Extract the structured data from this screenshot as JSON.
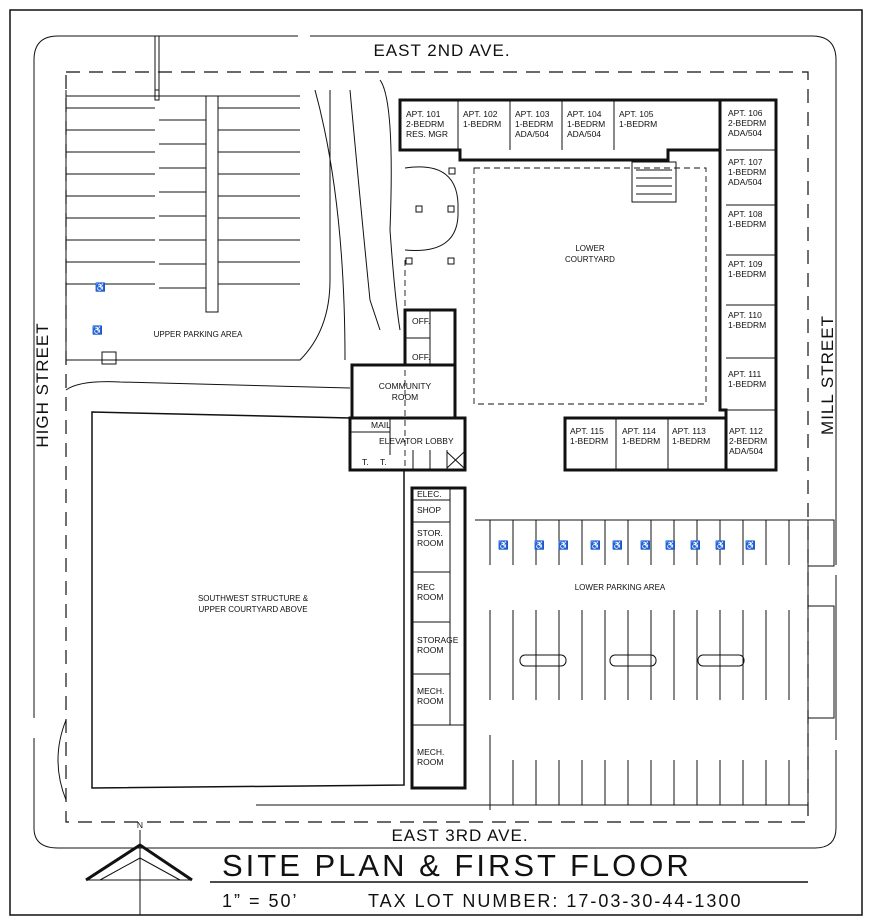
{
  "streets": {
    "north": "EAST 2ND AVE.",
    "south": "EAST 3RD AVE.",
    "west": "HIGH STREET",
    "east": "MILL STREET"
  },
  "areas": {
    "upper_parking": "UPPER PARKING AREA",
    "lower_courtyard": [
      "LOWER",
      "COURTYARD"
    ],
    "community_room": [
      "COMMUNITY",
      "ROOM"
    ],
    "mail": "MAIL",
    "elevator_lobby": "ELEVATOR LOBBY",
    "southwest_structure": [
      "SOUTHWEST STRUCTURE &",
      "UPPER COURTYARD ABOVE"
    ],
    "lower_parking": "LOWER PARKING AREA",
    "office": "OFF.",
    "toilet": "T."
  },
  "north_label": "N",
  "apartments_top": [
    {
      "lines": [
        "APT. 101",
        "2-BEDRM",
        "RES. MGR"
      ]
    },
    {
      "lines": [
        "APT. 102",
        "1-BEDRM"
      ]
    },
    {
      "lines": [
        "APT. 103",
        "1-BEDRM",
        "ADA/504"
      ]
    },
    {
      "lines": [
        "APT. 104",
        "1-BEDRM",
        "ADA/504"
      ]
    },
    {
      "lines": [
        "APT. 105",
        "1-BEDRM"
      ]
    }
  ],
  "apartments_east": [
    {
      "lines": [
        "APT. 106",
        "2-BEDRM",
        "ADA/504"
      ]
    },
    {
      "lines": [
        "APT. 107",
        "1-BEDRM",
        "ADA/504"
      ]
    },
    {
      "lines": [
        "APT. 108",
        "1-BEDRM"
      ]
    },
    {
      "lines": [
        "APT. 109",
        "1-BEDRM"
      ]
    },
    {
      "lines": [
        "APT. 110",
        "1-BEDRM"
      ]
    },
    {
      "lines": [
        "APT. 111",
        "1-BEDRM"
      ]
    }
  ],
  "apartments_south": [
    {
      "lines": [
        "APT. 115",
        "1-BEDRM"
      ]
    },
    {
      "lines": [
        "APT. 114",
        "1-BEDRM"
      ]
    },
    {
      "lines": [
        "APT. 113",
        "1-BEDRM"
      ]
    },
    {
      "lines": [
        "APT. 112",
        "2-BEDRM",
        "ADA/504"
      ]
    }
  ],
  "service_rooms": [
    {
      "lines": [
        "ELEC."
      ]
    },
    {
      "lines": [
        "SHOP"
      ]
    },
    {
      "lines": [
        "STOR.",
        "ROOM"
      ]
    },
    {
      "lines": [
        "REC",
        "ROOM"
      ]
    },
    {
      "lines": [
        "STORAGE",
        "ROOM"
      ]
    },
    {
      "lines": [
        "MECH.",
        "ROOM"
      ]
    },
    {
      "lines": [
        "MECH.",
        "ROOM"
      ]
    }
  ],
  "title": {
    "main": "SITE PLAN & FIRST FLOOR",
    "scale": "1” = 50’",
    "tax_lot": "TAX LOT NUMBER: 17-03-30-44-1300"
  },
  "symbols": {
    "accessible_parking": "wheelchair-icon",
    "north_arrow": "north-arrow-icon"
  }
}
